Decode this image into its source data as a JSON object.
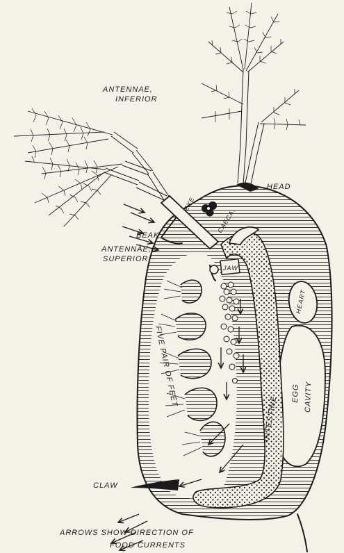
{
  "labels": {
    "antennae_inferior_1": "ANTENNAE,",
    "antennae_inferior_2": "INFERIOR",
    "head": "HEAD",
    "eye": "EYE",
    "caeca": "CAECA.",
    "beak": "BEAK",
    "antennae_superior_1": "ANTENNAE,",
    "antennae_superior_2": "SUPERIOR",
    "jaw": "JAW",
    "heart": "HEART",
    "five_pair_of_feet": "FIVE PAIR OF FEET",
    "intestine": "INTESTINE",
    "egg_1": "EGG",
    "egg_2": "CAVITY",
    "claw": "CLAW",
    "caption_1": "ARROWS SHOW DIRECTION OF",
    "caption_2": "FOOD CURRENTS"
  },
  "colors": {
    "background": "#f3f1e8",
    "ink": "#1a1a1a"
  }
}
